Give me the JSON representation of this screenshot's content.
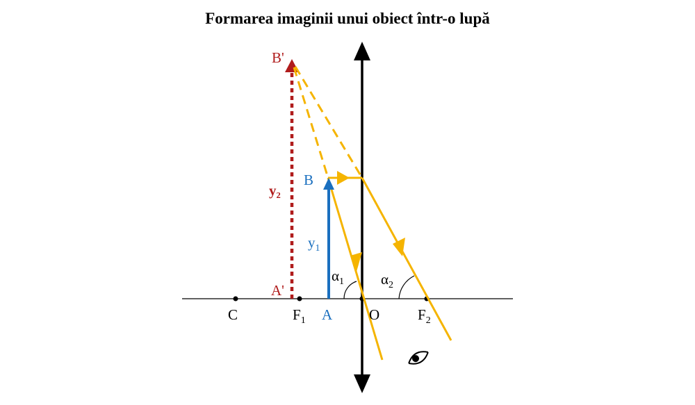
{
  "title": "Formarea imaginii unui obiect într-o lupă",
  "colors": {
    "axis": "#000000",
    "object": "#1a6fbf",
    "image": "#b01c1c",
    "ray": "#f5b400"
  },
  "labels": {
    "C": "C",
    "F1_main": "F",
    "F1_sub": "1",
    "A": "A",
    "O": "O",
    "F2_main": "F",
    "F2_sub": "2",
    "B": "B",
    "A_prime": "A'",
    "B_prime": "B'",
    "y1_main": "y",
    "y1_sub": "1",
    "y2": "y₂",
    "alpha1_main": "α",
    "alpha1_sub": "1",
    "alpha2_main": "α",
    "alpha2_sub": "2"
  },
  "icons": {
    "eye": "eye-icon"
  }
}
